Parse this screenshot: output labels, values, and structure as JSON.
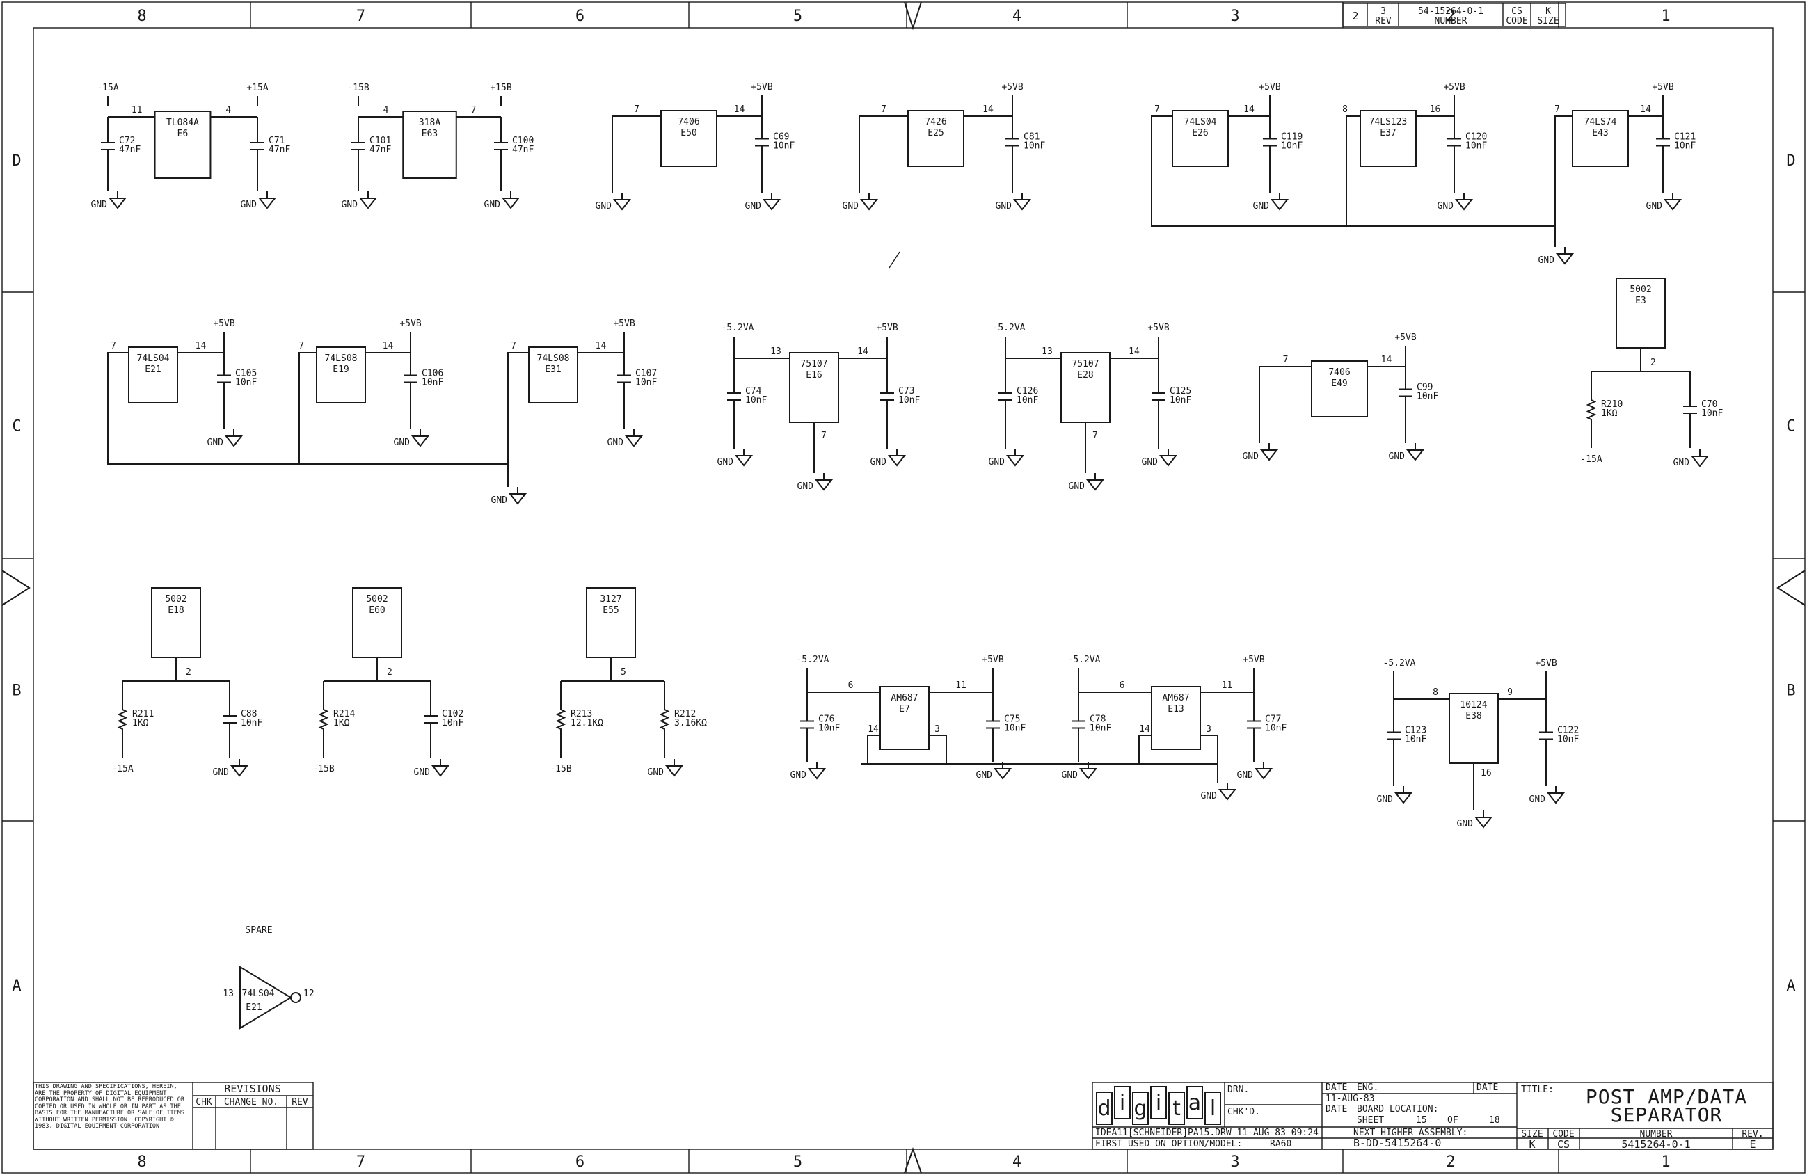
{
  "frame": {
    "zones_top": [
      "8",
      "7",
      "6",
      "5",
      "4",
      "3",
      "2",
      "1"
    ],
    "zones_bottom": [
      "8",
      "7",
      "6",
      "5",
      "4",
      "3",
      "2",
      "1"
    ],
    "zones_side": [
      "D",
      "C",
      "B",
      "A"
    ],
    "top_stamp": [
      "2",
      "3",
      "REV",
      "54-15264-0-1",
      "NUMBER",
      "CS",
      "CODE",
      "K",
      "SIZE"
    ]
  },
  "components": {
    "row1": [
      {
        "ic": "TL084A",
        "ref": "E6",
        "pin_in": "11",
        "pin_out": "4",
        "rail_left": "-15A",
        "rail_right": "+15A",
        "cap_left": {
          "ref": "C72",
          "val": "47nF"
        },
        "cap_right": {
          "ref": "C71",
          "val": "47nF"
        },
        "gnd_left": "GND",
        "gnd_right": "GND"
      },
      {
        "ic": "318A",
        "ref": "E63",
        "pin_in": "4",
        "pin_out": "7",
        "rail_left": "-15B",
        "rail_right": "+15B",
        "cap_left": {
          "ref": "C101",
          "val": "47nF"
        },
        "cap_right": {
          "ref": "C100",
          "val": "47nF"
        },
        "gnd_left": "GND",
        "gnd_right": "GND"
      },
      {
        "ic": "7406",
        "ref": "E50",
        "pin_in": "7",
        "pin_out": "14",
        "rail": "+5VB",
        "cap": {
          "ref": "C69",
          "val": "10nF"
        },
        "gnd_left": "GND",
        "gnd_right": "GND"
      },
      {
        "ic": "7426",
        "ref": "E25",
        "pin_in": "7",
        "pin_out": "14",
        "rail": "+5VB",
        "cap": {
          "ref": "C81",
          "val": "10nF"
        },
        "gnd_left": "GND",
        "gnd_right": "GND"
      },
      {
        "ic": "74LS04",
        "ref": "E26",
        "pin_in": "7",
        "pin_out": "14",
        "rail": "+5VB",
        "cap": {
          "ref": "C119",
          "val": "10nF"
        },
        "gnd": "GND"
      },
      {
        "ic": "74LS123",
        "ref": "E37",
        "pin_in": "8",
        "pin_out": "16",
        "rail": "+5VB",
        "cap": {
          "ref": "C120",
          "val": "10nF"
        },
        "gnd": "GND"
      },
      {
        "ic": "74LS74",
        "ref": "E43",
        "pin_in": "7",
        "pin_out": "14",
        "rail": "+5VB",
        "cap": {
          "ref": "C121",
          "val": "10nF"
        },
        "gnd": "GND"
      }
    ],
    "row2": [
      {
        "ic": "74LS04",
        "ref": "E21",
        "pin_in": "7",
        "pin_out": "14",
        "rail": "+5VB",
        "cap": {
          "ref": "C105",
          "val": "10nF"
        },
        "gnd": "GND"
      },
      {
        "ic": "74LS08",
        "ref": "E19",
        "pin_in": "7",
        "pin_out": "14",
        "rail": "+5VB",
        "cap": {
          "ref": "C106",
          "val": "10nF"
        },
        "gnd": "GND"
      },
      {
        "ic": "74LS08",
        "ref": "E31",
        "pin_in": "7",
        "pin_out": "14",
        "rail": "+5VB",
        "cap": {
          "ref": "C107",
          "val": "10nF"
        },
        "gnd": "GND"
      },
      {
        "ic": "75107",
        "ref": "E16",
        "pin_in": "13",
        "pin_out": "14",
        "pin_bottom": "7",
        "rail_left": "-5.2VA",
        "rail_right": "+5VB",
        "cap_left": {
          "ref": "C74",
          "val": "10nF"
        },
        "cap_right": {
          "ref": "C73",
          "val": "10nF"
        },
        "gnd": "GND"
      },
      {
        "ic": "75107",
        "ref": "E28",
        "pin_in": "13",
        "pin_out": "14",
        "pin_bottom": "7",
        "rail_left": "-5.2VA",
        "rail_right": "+5VB",
        "cap_left": {
          "ref": "C126",
          "val": "10nF"
        },
        "cap_right": {
          "ref": "C125",
          "val": "10nF"
        },
        "gnd": "GND"
      },
      {
        "ic": "7406",
        "ref": "E49",
        "pin_in": "7",
        "pin_out": "14",
        "rail": "+5VB",
        "cap": {
          "ref": "C99",
          "val": "10nF"
        },
        "gnd": "GND"
      },
      {
        "ic": "5002",
        "ref": "E3",
        "pin": "2",
        "res": {
          "ref": "R210",
          "val": "1KΩ"
        },
        "cap": {
          "ref": "C70",
          "val": "10nF"
        },
        "rail": "-15A",
        "gnd": "GND"
      }
    ],
    "row3": [
      {
        "ic": "5002",
        "ref": "E18",
        "pin": "2",
        "res": {
          "ref": "R211",
          "val": "1KΩ"
        },
        "cap": {
          "ref": "C88",
          "val": "10nF"
        },
        "rail": "-15A",
        "gnd": "GND"
      },
      {
        "ic": "5002",
        "ref": "E60",
        "pin": "2",
        "res": {
          "ref": "R214",
          "val": "1KΩ"
        },
        "cap": {
          "ref": "C102",
          "val": "10nF"
        },
        "rail": "-15B",
        "gnd": "GND"
      },
      {
        "ic": "3127",
        "ref": "E55",
        "pin": "5",
        "res_left": {
          "ref": "R213",
          "val": "12.1KΩ"
        },
        "res_right": {
          "ref": "R212",
          "val": "3.16KΩ"
        },
        "rail": "-15B",
        "gnd": "GND"
      },
      {
        "ic": "AM687",
        "ref": "E7",
        "pin_in": "6",
        "pin_out": "11",
        "pin_a": "14",
        "pin_b": "3",
        "rail_left": "-5.2VA",
        "rail_right": "+5VB",
        "cap_left": {
          "ref": "C76",
          "val": "10nF"
        },
        "cap_right": {
          "ref": "C75",
          "val": "10nF"
        },
        "gnd": "GND"
      },
      {
        "ic": "AM687",
        "ref": "E13",
        "pin_in": "6",
        "pin_out": "11",
        "pin_a": "14",
        "pin_b": "3",
        "rail_left": "-5.2VA",
        "rail_right": "+5VB",
        "cap_left": {
          "ref": "C78",
          "val": "10nF"
        },
        "cap_right": {
          "ref": "C77",
          "val": "10nF"
        },
        "gnd": "GND"
      },
      {
        "ic": "10124",
        "ref": "E38",
        "pin_in": "8",
        "pin_out": "9",
        "pin_bottom": "16",
        "rail_left": "-5.2VA",
        "rail_right": "+5VB",
        "cap_left": {
          "ref": "C123",
          "val": "10nF"
        },
        "cap_right": {
          "ref": "C122",
          "val": "10nF"
        },
        "gnd": "GND"
      }
    ],
    "spare": {
      "label": "SPARE",
      "ic": "74LS04",
      "ref": "E21",
      "pin_in": "13",
      "pin_out": "12"
    }
  },
  "title_block": {
    "notice": "THIS DRAWING AND SPECIFICATIONS, HEREIN, ARE THE PROPERTY OF DIGITAL EQUIPMENT CORPORATION AND SHALL NOT BE REPRODUCED OR COPIED OR USED IN WHOLE OR IN PART AS THE BASIS FOR THE MANUFACTURE OR SALE OF ITEMS WITHOUT WRITTEN PERMISSION. COPYRIGHT © 1983, DIGITAL EQUIPMENT CORPORATION",
    "revisions_header": "REVISIONS",
    "rev_cols": [
      "CHK",
      "CHANGE NO.",
      "REV"
    ],
    "logo_letters": [
      "d",
      "i",
      "g",
      "i",
      "t",
      "a",
      "l"
    ],
    "drn": "DRN.",
    "chkd": "CHK'D.",
    "date_label": "DATE",
    "date_value": "11-AUG-83",
    "eng": "ENG.",
    "date2": "DATE",
    "board_location": "BOARD LOCATION:",
    "sheet_label": "SHEET",
    "sheet_no": "15",
    "of_label": "OF",
    "sheet_total": "18",
    "file_line": "IDEA11[SCHNEIDER]PA15.DRW 11-AUG-83 09:24",
    "next_higher": "NEXT HIGHER ASSEMBLY:",
    "next_higher_value": "B-DD-5415264-0",
    "first_used": "FIRST USED ON OPTION/MODEL:",
    "first_used_value": "RA60",
    "title_label": "TITLE:",
    "title_line1": "POST AMP/DATA",
    "title_line2": "SEPARATOR",
    "size_label": "SIZE",
    "size_value": "K",
    "code_label": "CODE",
    "code_value": "CS",
    "number_label": "NUMBER",
    "number_value": "5415264-0-1",
    "rev_label": "REV.",
    "rev_value": "E"
  }
}
